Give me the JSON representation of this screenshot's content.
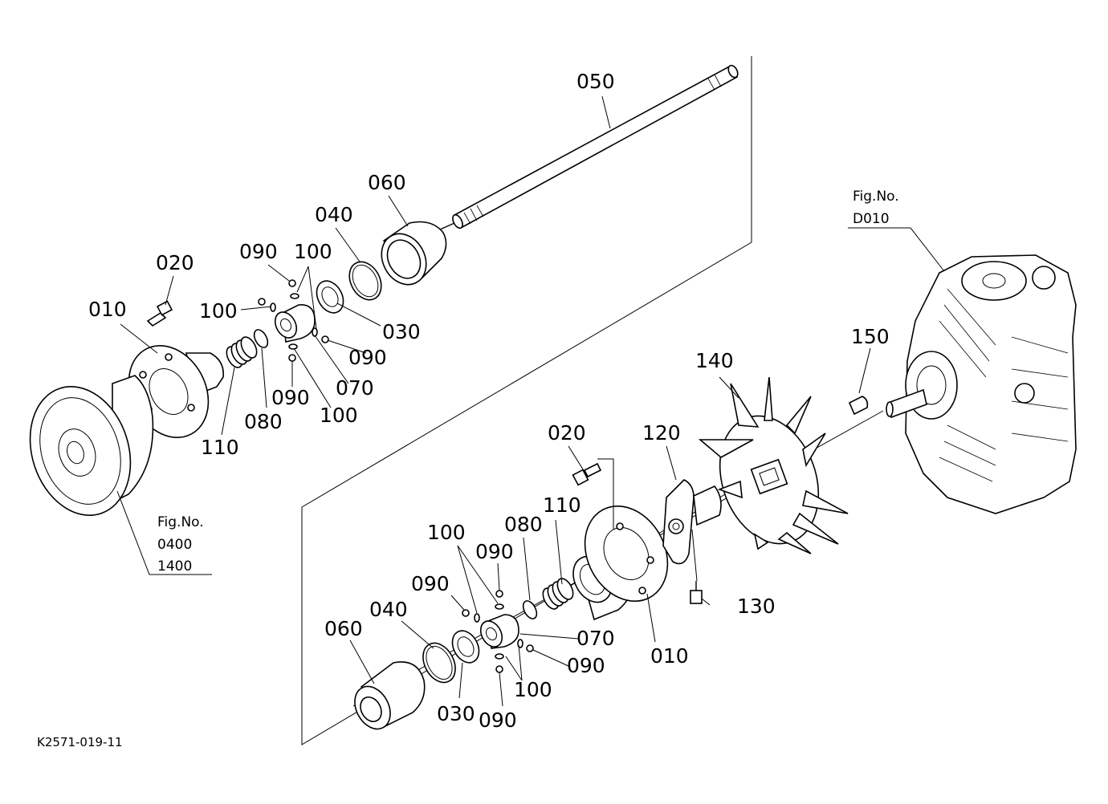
{
  "drawing_id": "K2571-019-11",
  "callouts": {
    "c050": "050",
    "c060_top": "060",
    "c040_top": "040",
    "c090_top_a": "090",
    "c100_top_a": "100",
    "c020_top": "020",
    "c010_top": "010",
    "c100_top_b": "100",
    "c030_top": "030",
    "c090_top_b": "090",
    "c070_top": "070",
    "c090_top_c": "090",
    "c100_top_c": "100",
    "c080_top": "080",
    "c110_top": "110",
    "c150": "150",
    "c140": "140",
    "c020_bot": "020",
    "c120": "120",
    "c110_bot": "110",
    "c080_bot": "080",
    "c100_bot_a": "100",
    "c090_bot_a": "090",
    "c090_bot_b": "090",
    "c040_bot": "040",
    "c060_bot": "060",
    "c070_bot": "070",
    "c090_bot_c": "090",
    "c100_bot_b": "100",
    "c030_bot": "030",
    "c090_bot_d": "090",
    "c130": "130",
    "c010_bot": "010"
  },
  "fig_refs": {
    "left": {
      "label": "Fig.No.",
      "numbers": [
        "0400",
        "1400"
      ]
    },
    "right": {
      "label": "Fig.No.",
      "numbers": [
        "D010"
      ]
    }
  }
}
